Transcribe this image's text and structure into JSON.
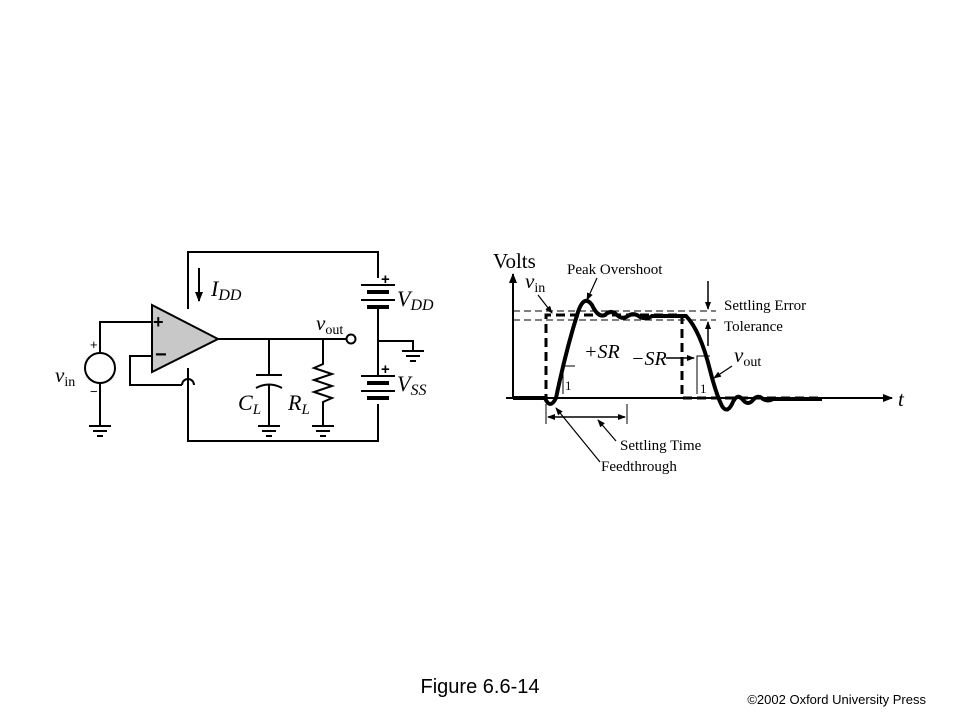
{
  "figure": {
    "caption": "Figure 6.6-14",
    "copyright": "©2002 Oxford University Press"
  },
  "circuit": {
    "plus_sign": "+",
    "minus_sign": "−",
    "source_label_main": "v",
    "source_label_sub": "in",
    "idd_main": "I",
    "idd_sub": "DD",
    "vout_main": "v",
    "vout_sub": "out",
    "vdd_main": "V",
    "vdd_sub": "DD",
    "vss_main": "V",
    "vss_sub": "SS",
    "cl_main": "C",
    "cl_sub": "L",
    "rl_main": "R",
    "rl_sub": "L"
  },
  "waveform": {
    "y_axis_label": "Volts",
    "x_axis_label": "t",
    "vin_main": "v",
    "vin_sub": "in",
    "vout_main": "v",
    "vout_sub": "out",
    "peak_overshoot": "Peak Overshoot",
    "settling_error_line1": "Settling Error",
    "settling_error_line2": "Tolerance",
    "plus_sr": "+SR",
    "minus_sr": "−SR",
    "slope_one_left": "1",
    "slope_one_right": "1",
    "settling_time": "Settling Time",
    "feedthrough": "Feedthrough"
  }
}
